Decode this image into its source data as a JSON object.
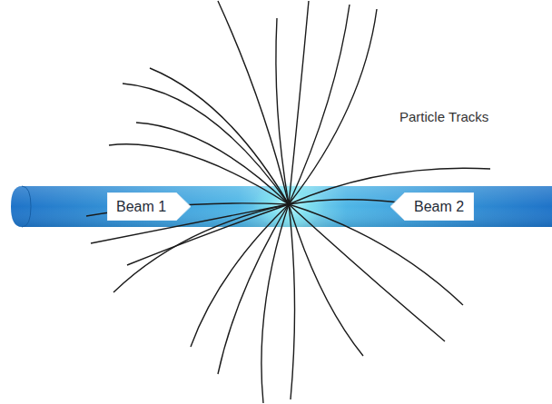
{
  "diagram": {
    "nodes": [
      {
        "text": [
          "Beam 1"
        ]
      },
      {
        "text": [
          "Beam 2"
        ]
      }
    ],
    "labels": [
      "Particle Tracks"
    ]
  }
}
